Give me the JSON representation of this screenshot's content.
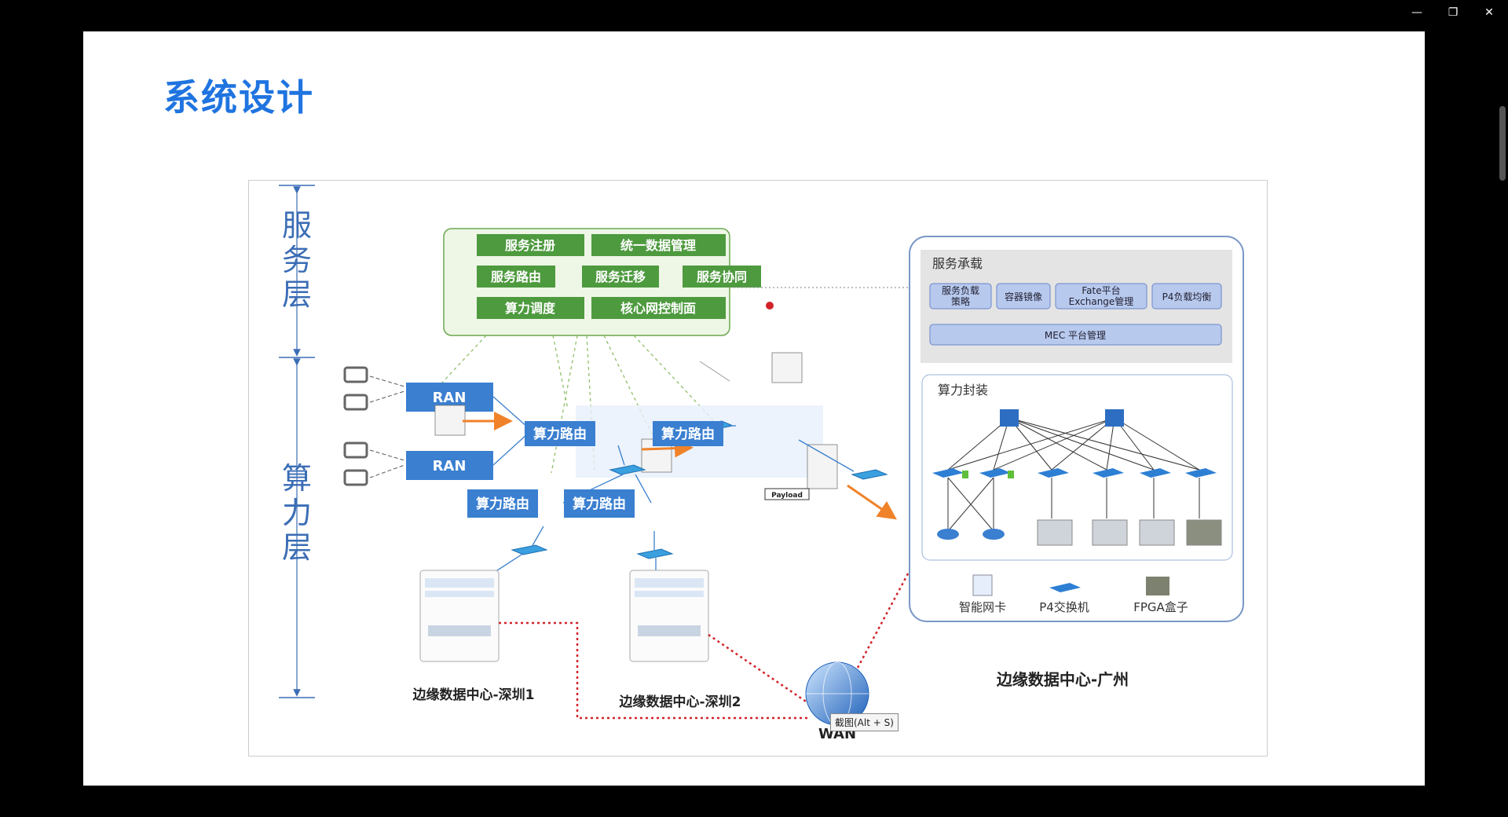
{
  "window": {
    "minimize": "—",
    "restore": "❐",
    "close": "✕"
  },
  "title": "系统设计",
  "layers": {
    "service": "服务层",
    "compute": "算力层"
  },
  "service_panel": {
    "row1": [
      "服务注册",
      "统一数据管理"
    ],
    "row2": [
      "服务路由",
      "服务迁移",
      "服务协同"
    ],
    "row3": [
      "算力调度",
      "核心网控制面"
    ]
  },
  "ran": [
    "RAN",
    "RAN"
  ],
  "routers": [
    "算力路由",
    "算力路由",
    "算力路由",
    "算力路由"
  ],
  "payload_tag": "Payload",
  "service_host": {
    "title": "服务承载",
    "items": [
      "服务负载\n策略",
      "容器镜像",
      "Fate平台\nExchange管理",
      "P4负载均衡"
    ],
    "mec": "MEC 平台管理"
  },
  "encap": {
    "title": "算力封装"
  },
  "legend": [
    "智能网卡",
    "P4交换机",
    "FPGA盒子"
  ],
  "dc_labels": [
    "边缘数据中心-深圳1",
    "边缘数据中心-深圳2",
    "边缘数据中心-广州"
  ],
  "wan": "WAN",
  "tooltip": "截图(Alt + S)",
  "colors": {
    "title": "#1f74e0",
    "green_box": "#3e8e37",
    "blue_box": "#3a7fd0",
    "red_link": "#d2232a",
    "orange_arrow": "#f0822a"
  }
}
